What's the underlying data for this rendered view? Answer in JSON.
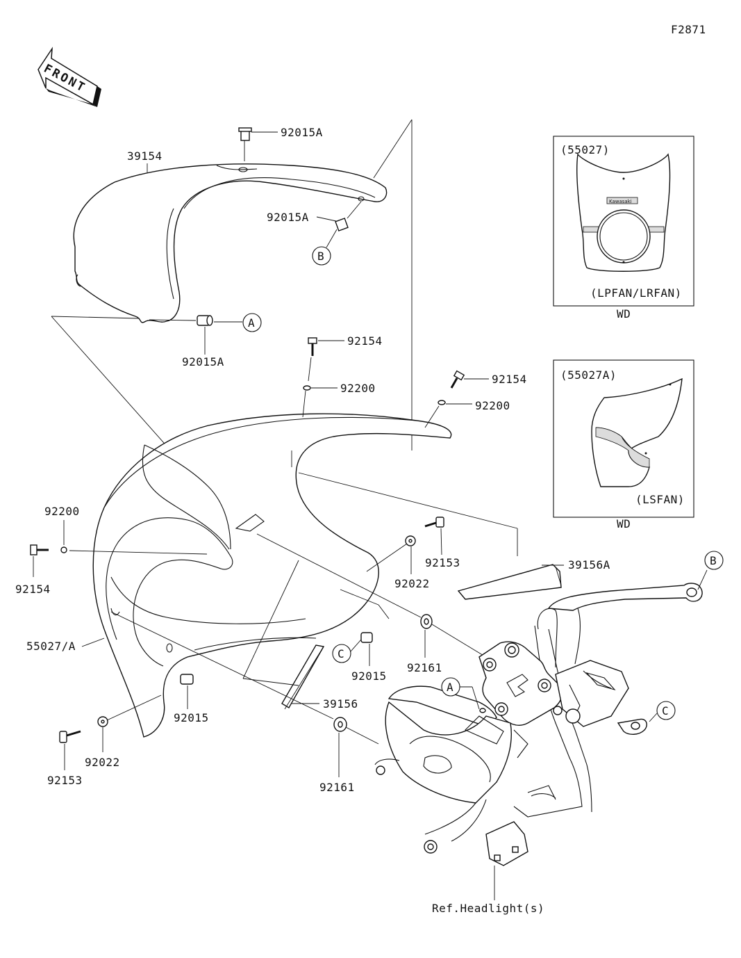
{
  "figure_id": "F2871",
  "front_arrow_label": "FRONT",
  "parts": {
    "windshield": "39154",
    "clip_92015A_top": "92015A",
    "clip_92015A_mid": "92015A",
    "clip_92015A_bottom": "92015A",
    "bolt_92154_top": "92154",
    "washer_92200_top": "92200",
    "bolt_92154_right": "92154",
    "washer_92200_right": "92200",
    "washer_92200_left": "92200",
    "bolt_92154_left": "92154",
    "bolt_92153_right": "92153",
    "washer_92022_right": "92022",
    "pad_39156A": "39156A",
    "cowl": "55027/A",
    "clip_92015_c": "92015",
    "grommet_92161_upper": "92161",
    "pad_39156": "39156",
    "clip_92015_left": "92015",
    "washer_92022_left": "92022",
    "bolt_92153_left": "92153",
    "grommet_92161_lower": "92161",
    "ref_headlight": "Ref.Headlight(s)"
  },
  "callouts": {
    "a": "A",
    "b": "B",
    "c": "C"
  },
  "insets": [
    {
      "part_no": "(55027)",
      "variant": "(LPFAN/LRFAN)",
      "market": "WD",
      "badge": "Kawasaki"
    },
    {
      "part_no": "(55027A)",
      "variant": "(LSFAN)",
      "market": "WD"
    }
  ]
}
